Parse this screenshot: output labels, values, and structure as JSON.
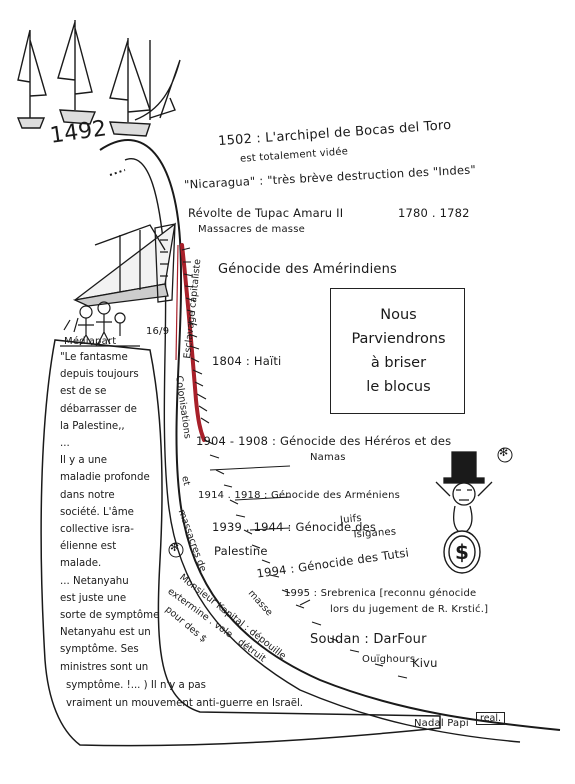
{
  "colors": {
    "ink": "#1a1a1a",
    "blood": "#a8202a",
    "paper": "#ffffff"
  },
  "timeline": {
    "year_start": "1492",
    "events": [
      "1502 : L'archipel de Bocas del Toro",
      "est totalement vidée",
      "\"Nicaragua\" : \"très brève destruction des \"Indes\"",
      "Révolte de Tupac Amaru II",
      "1780 . 1782",
      "Massacres de masse",
      "Génocide des Amérindiens",
      "1804 : Haïti",
      "1904 - 1908 : Génocide des Héréros et des",
      "Namas",
      "1914 . 1918 : Génocide des Arméniens",
      "1939 . 1944 : Génocide des",
      "Juifs",
      "Tsiganes",
      "Palestine",
      "1994 : Génocide des Tutsi",
      "1995 : Srebrenica [reconnu génocide",
      "lors du jugement de R. Krstić.]",
      "Soudan : DarFour",
      "Ouïghours",
      "Kivu"
    ]
  },
  "vertical_labels": {
    "esclavage": "Esclavage capitaliste",
    "colonisations": "Colonisations",
    "et": "et",
    "massacres": "massacres de",
    "masse": "masse",
    "monsieur": "Monsieur Kapital : dépouille",
    "exterminer": "extermine . vole . détruit",
    "pour": "pour des $"
  },
  "box": {
    "lines": [
      "Nous",
      "Parviendrons",
      "à briser",
      "le blocus"
    ]
  },
  "bubble": {
    "lines": [
      "\"Le fantasme",
      "depuis toujours",
      "est de se",
      "débarrasser de",
      "la Palestine,,",
      "...",
      "Il y a une",
      "maladie profonde",
      "dans notre",
      "société. L'âme",
      "collective isra-",
      "élienne est",
      "malade.",
      "... Netanyahu",
      "est juste une",
      "sorte de symptôme",
      "Netanyahu est un",
      "symptôme. Ses",
      "ministres sont un",
      "symptôme. !... ) Il n'y a pas",
      "vraiment un mouvement anti-guerre en Israël."
    ],
    "attribution": "Nadal Papi",
    "real_label": "real.",
    "mediapart": "Médiapart",
    "date": "16/9"
  },
  "icons": {
    "ships": "sailing-ships-icon",
    "slave_ship": "slave-ship-icon",
    "capitalist": "top-hat-capitalist-icon",
    "coin": "dollar-coin-icon",
    "asterisk": "asterisk-icon"
  },
  "glyphs": {
    "asterisk": "✻",
    "dollar": "$"
  }
}
